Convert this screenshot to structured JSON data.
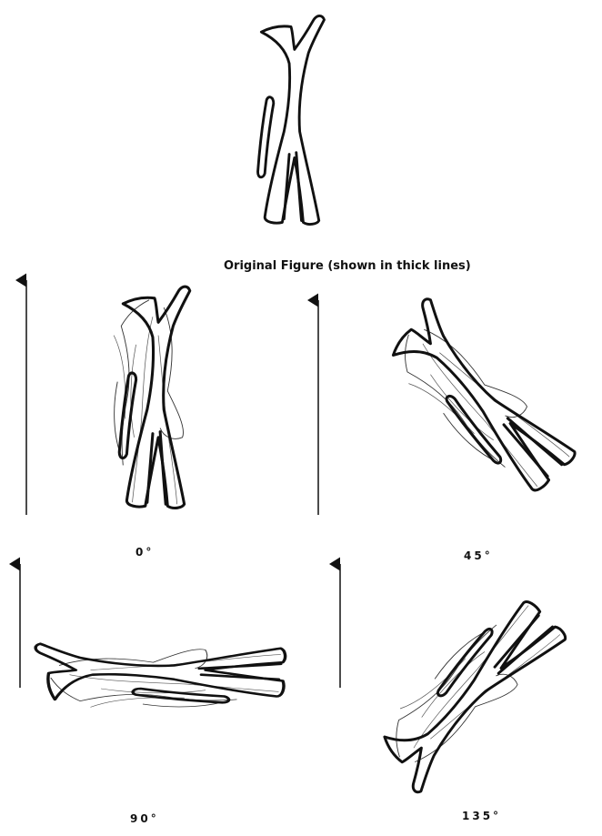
{
  "original": {
    "caption": "Original Figure (shown in thick lines)"
  },
  "panels": [
    {
      "id": "p0",
      "label": "0°"
    },
    {
      "id": "p45",
      "label": "45°"
    },
    {
      "id": "p90",
      "label": "90°"
    },
    {
      "id": "p135",
      "label": "135°"
    }
  ]
}
